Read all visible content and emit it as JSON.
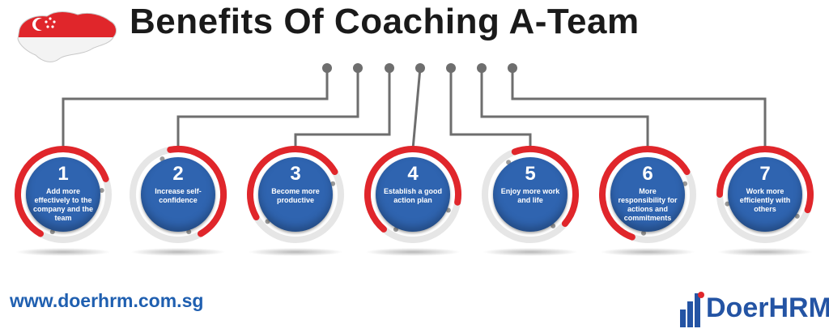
{
  "header": {
    "title": "Benefits Of Coaching A-Team"
  },
  "colors": {
    "disc": "#2f64b0",
    "ring_red": "#e0262b",
    "ring_grey": "#e6e6e6",
    "connector": "#6e6e6e",
    "website": "#1f5fb0",
    "logo": "#2454a4"
  },
  "steps": [
    {
      "number": "1",
      "text": "Add more effectively to the company and the team"
    },
    {
      "number": "2",
      "text": "Increase self-confidence"
    },
    {
      "number": "3",
      "text": "Become more productive"
    },
    {
      "number": "4",
      "text": "Establish a good action plan"
    },
    {
      "number": "5",
      "text": "Enjoy more work and life"
    },
    {
      "number": "6",
      "text": "More responsibility for actions and commitments"
    },
    {
      "number": "7",
      "text": "Work more efficiently with others"
    }
  ],
  "footer": {
    "website": "www.doerhrm.com.sg",
    "logo_text": "DoerHRM"
  }
}
